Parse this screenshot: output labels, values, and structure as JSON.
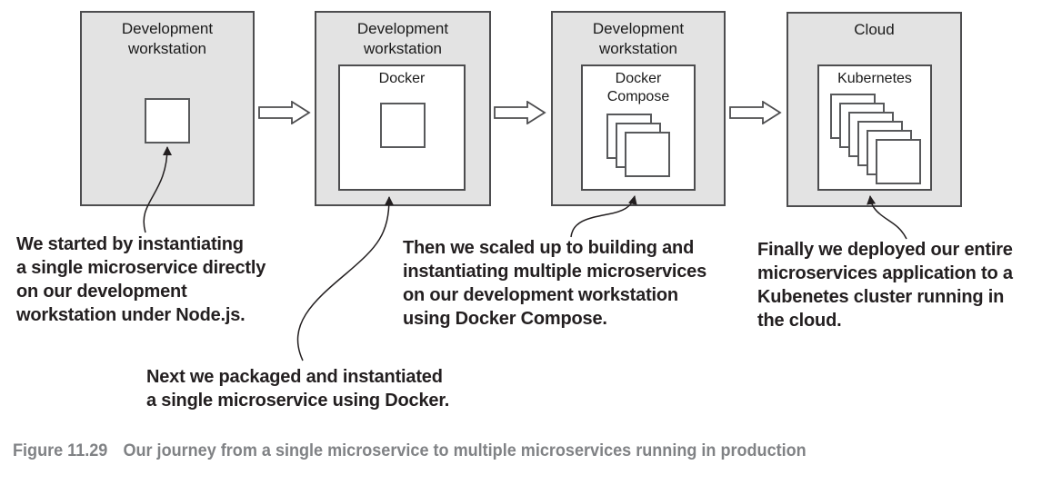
{
  "figure": {
    "caption_label": "Figure 11.29",
    "caption_text": "Our journey from a single microservice to multiple microservices running in production"
  },
  "stages": [
    {
      "container_label": "Development\nworkstation",
      "inner_label": null,
      "microservice_count": 1
    },
    {
      "container_label": "Development\nworkstation",
      "inner_label": "Docker",
      "microservice_count": 1
    },
    {
      "container_label": "Development\nworkstation",
      "inner_label": "Docker\nCompose",
      "microservice_count": 3
    },
    {
      "container_label": "Cloud",
      "inner_label": "Kubernetes",
      "microservice_count": 6
    }
  ],
  "annotations": [
    {
      "text": "We started by instantiating\na single microservice directly\non our development\nworkstation under Node.js."
    },
    {
      "text": "Next we packaged and instantiated\na single microservice using Docker."
    },
    {
      "text": "Then we scaled up to building and\ninstantiating multiple microservices\non our development workstation\nusing Docker Compose."
    },
    {
      "text": "Finally we deployed our entire\nmicroservices application to a\nKubenetes cluster running in\nthe cloud."
    }
  ],
  "colors": {
    "stage_fill": "#e3e3e3",
    "stage_border": "#4d4d4f",
    "square_border": "#58595b",
    "annotation_text": "#231f20",
    "caption_text": "#808285"
  }
}
